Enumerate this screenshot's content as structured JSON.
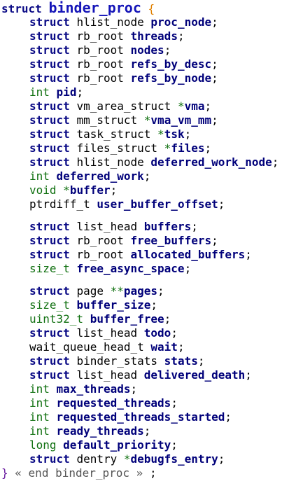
{
  "code": {
    "header_keyword": "struct",
    "struct_name": "binder_proc",
    "open_brace": "{",
    "fields_group1": [
      {
        "kw": "struct",
        "type": "hlist_node",
        "ptr": "",
        "name": "proc_node",
        "semi": ";"
      },
      {
        "kw": "struct",
        "type": "rb_root",
        "ptr": "",
        "name": "threads",
        "semi": ";"
      },
      {
        "kw": "struct",
        "type": "rb_root",
        "ptr": "",
        "name": "nodes",
        "semi": ";"
      },
      {
        "kw": "struct",
        "type": "rb_root",
        "ptr": "",
        "name": "refs_by_desc",
        "semi": ";"
      },
      {
        "kw": "struct",
        "type": "rb_root",
        "ptr": "",
        "name": "refs_by_node",
        "semi": ";"
      },
      {
        "kw": "",
        "type": "int",
        "ptr": "",
        "name": "pid",
        "semi": ";"
      },
      {
        "kw": "struct",
        "type": "vm_area_struct",
        "ptr": "*",
        "name": "vma",
        "semi": ";"
      },
      {
        "kw": "struct",
        "type": "mm_struct",
        "ptr": "*",
        "name": "vma_vm_mm",
        "semi": ";"
      },
      {
        "kw": "struct",
        "type": "task_struct",
        "ptr": "*",
        "name": "tsk",
        "semi": ";"
      },
      {
        "kw": "struct",
        "type": "files_struct",
        "ptr": "*",
        "name": "files",
        "semi": ";"
      },
      {
        "kw": "struct",
        "type": "hlist_node",
        "ptr": "",
        "name": "deferred_work_node",
        "semi": ";"
      },
      {
        "kw": "",
        "type": "int",
        "ptr": "",
        "name": "deferred_work",
        "semi": ";"
      },
      {
        "kw": "",
        "type": "void",
        "ptr": "*",
        "name": "buffer",
        "semi": ";"
      },
      {
        "kw": "",
        "type": "ptrdiff_t",
        "ptr": "",
        "name": "user_buffer_offset",
        "semi": ";"
      }
    ],
    "fields_group2": [
      {
        "kw": "struct",
        "type": "list_head",
        "ptr": "",
        "name": "buffers",
        "semi": ";"
      },
      {
        "kw": "struct",
        "type": "rb_root",
        "ptr": "",
        "name": "free_buffers",
        "semi": ";"
      },
      {
        "kw": "struct",
        "type": "rb_root",
        "ptr": "",
        "name": "allocated_buffers",
        "semi": ";"
      },
      {
        "kw": "",
        "type": "size_t",
        "ptr": "",
        "name": "free_async_space",
        "semi": ";"
      }
    ],
    "fields_group3": [
      {
        "kw": "struct",
        "type": "page",
        "ptr": "**",
        "name": "pages",
        "semi": ";"
      },
      {
        "kw": "",
        "type": "size_t",
        "ptr": "",
        "name": "buffer_size",
        "semi": ";"
      },
      {
        "kw": "",
        "type": "uint32_t",
        "ptr": "",
        "name": "buffer_free",
        "semi": ";"
      },
      {
        "kw": "struct",
        "type": "list_head",
        "ptr": "",
        "name": "todo",
        "semi": ";"
      },
      {
        "kw": "",
        "type": "wait_queue_head_t",
        "ptr": "",
        "name": "wait",
        "semi": ";"
      },
      {
        "kw": "struct",
        "type": "binder_stats",
        "ptr": "",
        "name": "stats",
        "semi": ";"
      },
      {
        "kw": "struct",
        "type": "list_head",
        "ptr": "",
        "name": "delivered_death",
        "semi": ";"
      },
      {
        "kw": "",
        "type": "int",
        "ptr": "",
        "name": "max_threads",
        "semi": ";"
      },
      {
        "kw": "",
        "type": "int",
        "ptr": "",
        "name": "requested_threads",
        "semi": ";"
      },
      {
        "kw": "",
        "type": "int",
        "ptr": "",
        "name": "requested_threads_started",
        "semi": ";"
      },
      {
        "kw": "",
        "type": "int",
        "ptr": "",
        "name": "ready_threads",
        "semi": ";"
      },
      {
        "kw": "",
        "type": "long",
        "ptr": "",
        "name": "default_priority",
        "semi": ";"
      },
      {
        "kw": "struct",
        "type": "dentry",
        "ptr": "*",
        "name": "debugfs_entry",
        "semi": ";"
      }
    ],
    "close_brace": "}",
    "end_comment": "« end binder_proc »",
    "final_semi": ";"
  },
  "colors": {
    "keyword": "#0b0b86",
    "builtin_type": "#107010",
    "identifier": "#00007a",
    "title": "#1515b8",
    "open_brace": "#e08000",
    "close_brace": "#6a1da0",
    "comment": "#555555"
  }
}
